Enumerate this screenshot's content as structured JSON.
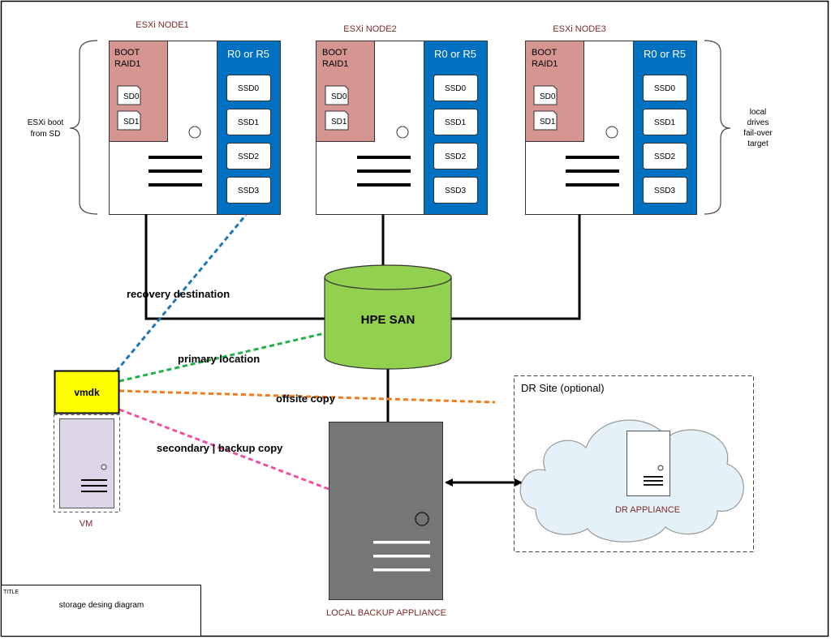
{
  "nodes": [
    {
      "title": "ESXi NODE1",
      "boot_label_1": "BOOT",
      "boot_label_2": "RAID1",
      "sd": [
        "SD0",
        "SD1"
      ],
      "raid_label": "R0 or R5",
      "ssd": [
        "SSD0",
        "SSD1",
        "SSD2",
        "SSD3"
      ]
    },
    {
      "title": "ESXi NODE2",
      "boot_label_1": "BOOT",
      "boot_label_2": "RAID1",
      "sd": [
        "SD0",
        "SD1"
      ],
      "raid_label": "R0 or R5",
      "ssd": [
        "SSD0",
        "SSD1",
        "SSD2",
        "SSD3"
      ]
    },
    {
      "title": "ESXi NODE3",
      "boot_label_1": "BOOT",
      "boot_label_2": "RAID1",
      "sd": [
        "SD0",
        "SD1"
      ],
      "raid_label": "R0 or R5",
      "ssd": [
        "SSD0",
        "SSD1",
        "SSD2",
        "SSD3"
      ]
    }
  ],
  "left_brace_label": [
    "ESXi boot",
    "from SD"
  ],
  "right_brace_label": [
    "local",
    "drives",
    "fail-over",
    "target"
  ],
  "san_label": "HPE SAN",
  "vmdk_label": "vmdk",
  "vm_label": "VM",
  "connections": {
    "recovery": "recovery destination",
    "primary": "primary location",
    "offsite": "offsite copy",
    "secondary": "secondary | backup copy"
  },
  "dr_site_label": "DR Site (optional)",
  "dr_appliance_label": "DR APPLIANCE",
  "local_backup_label": "LOCAL BACKUP APPLIANCE",
  "title_block": {
    "heading": "TITLE",
    "text": "storage desing diagram"
  },
  "colors": {
    "boot": "#d59590",
    "raid": "#0070c0",
    "san": "#92d050",
    "vmdk": "#ffff00",
    "vm": "#ddd5e8",
    "appliance": "#767676",
    "cloud": "#e4f1f8",
    "dark_red_text": "#7b2a27",
    "recovery_line": "#1f77b4",
    "primary_line": "#22b04a",
    "offsite_line": "#f07c1a",
    "secondary_line": "#f0509e"
  }
}
